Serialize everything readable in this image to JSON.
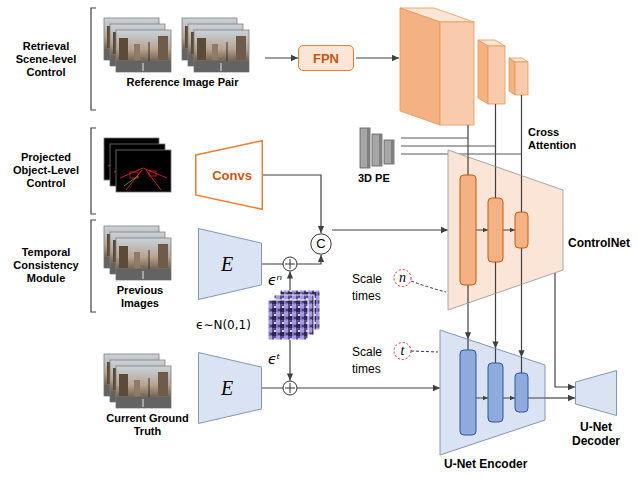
{
  "diagram": {
    "nodes": [
      {
        "text": [
          "Reference Image Pair"
        ]
      },
      {
        "text": [
          "FPN"
        ]
      },
      {
        "text": [
          "3D PE"
        ]
      },
      {
        "text": [
          "Convs"
        ]
      },
      {
        "text": [
          "C"
        ]
      },
      {
        "text": [
          "ControlNet"
        ]
      },
      {
        "text": [
          "Previous Images"
        ]
      },
      {
        "text": [
          "E"
        ]
      },
      {
        "text": [
          "Current Ground Truth"
        ]
      },
      {
        "text": [
          "E"
        ]
      },
      {
        "text": [
          "U-Net Encoder"
        ]
      },
      {
        "text": [
          "U-Net Decoder"
        ]
      }
    ],
    "edges": [
      {
        "from": 0,
        "to": 1,
        "arrow": "to"
      },
      {
        "from": 3,
        "to": 4,
        "arrow": "to"
      },
      {
        "from": 7,
        "to": 4,
        "arrow": "to"
      },
      {
        "from": 4,
        "to": 5,
        "arrow": "to"
      },
      {
        "from": 9,
        "to": 10,
        "arrow": "to"
      },
      {
        "from": 5,
        "to": 10,
        "arrow": "to"
      },
      {
        "from": 5,
        "to": 11,
        "arrow": "to"
      },
      {
        "from": 10,
        "to": 11,
        "arrow": "to"
      }
    ],
    "labels": [
      "Retrieval Scene-level Control",
      "Projected Object-Level Control",
      "Temporal Consistency Module",
      "Cross Attention",
      "ϵⁿ",
      "ϵ∼N(0,1)",
      "Scale",
      "n",
      "times",
      "ϵᵗ",
      "Scale",
      "t",
      "times"
    ]
  }
}
